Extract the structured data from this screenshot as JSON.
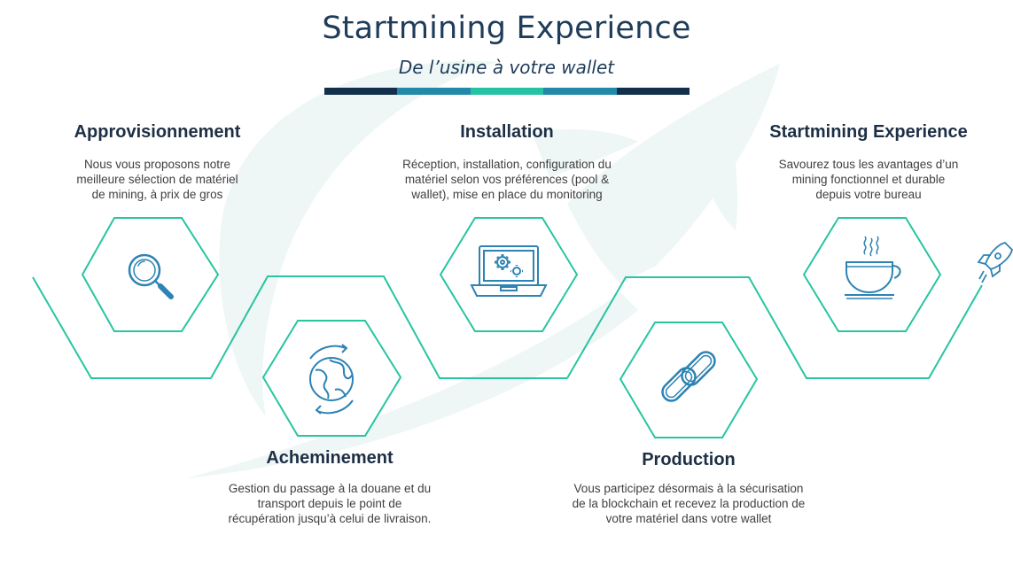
{
  "header": {
    "title": "Startmining Experience",
    "subtitle": "De l’usine à votre wallet"
  },
  "colors": {
    "teal": "#27c5a0",
    "navy": "#1f3c5a",
    "icon_blue": "#2d83b3",
    "watermark": "#eef6f6",
    "bar_segments": [
      "#12304b",
      "#2389a9",
      "#25c3a3",
      "#2389a9",
      "#12304b"
    ]
  },
  "steps": [
    {
      "title": "Approvisionnement",
      "desc": [
        "Nous vous proposons notre",
        "meilleure sélection de matériel",
        "de mining, à prix de gros"
      ],
      "icon": "magnifier-icon"
    },
    {
      "title": "Acheminement",
      "desc": [
        "Gestion du passage à la douane et du",
        "transport depuis le point de",
        "récupération jusqu’à celui de livraison."
      ],
      "icon": "globe-icon"
    },
    {
      "title": "Installation",
      "desc": [
        "Réception, installation, configuration du",
        "matériel selon vos préférences (pool &",
        "wallet), mise en place du monitoring"
      ],
      "icon": "laptop-gears-icon"
    },
    {
      "title": "Production",
      "desc": [
        "Vous participez désormais à la sécurisation",
        "de la blockchain et recevez la production de",
        "votre matériel dans votre wallet"
      ],
      "icon": "chain-link-icon"
    },
    {
      "title": "Startmining Experience",
      "desc": [
        "Savourez tous les avantages d’un",
        "mining fonctionnel et durable",
        "depuis votre bureau"
      ],
      "icon": "coffee-cup-icon"
    }
  ]
}
